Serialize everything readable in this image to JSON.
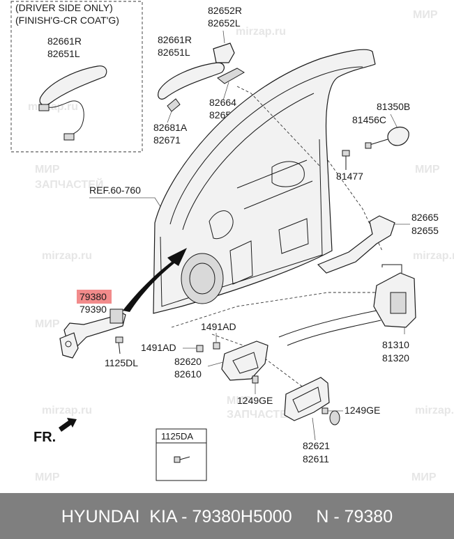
{
  "inset": {
    "note_line1": "(DRIVER SIDE ONLY)",
    "note_line2": "(FINISH'G-CR COAT'G)",
    "part_a": "82661R",
    "part_b": "82651L"
  },
  "labels": {
    "p82652r": "82652R",
    "p82652l": "82652L",
    "p82661r": "82661R",
    "p82651l": "82651L",
    "p82664": "82664",
    "p82654b": "82654B",
    "p82681a": "82681A",
    "p82671": "82671",
    "p81350b": "81350B",
    "p81456c": "81456C",
    "p81477": "81477",
    "ref": "REF.60-760",
    "p82665": "82665",
    "p82655": "82655",
    "p79380": "79380",
    "p79390": "79390",
    "p1491ad_top": "1491AD",
    "p1491ad_left": "1491AD",
    "p81310": "81310",
    "p81320": "81320",
    "p1125dl": "1125DL",
    "p82620": "82620",
    "p82610": "82610",
    "p1249ge_left": "1249GE",
    "p1249ge_right": "1249GE",
    "p82621": "82621",
    "p82611": "82611",
    "fr": "FR.",
    "box_1125da": "1125DA"
  },
  "watermarks": {
    "mir": "МИР",
    "zapchasti": "ЗАПЧАСТЕЙ",
    "site": "mirzap.ru"
  },
  "colors": {
    "highlight": "#f28b8b",
    "footer_bg": "#7f7f7f",
    "line": "#1a1a1a"
  },
  "footer": {
    "text": "HYUNDAI  KIA - 79380H5000     N - 79380"
  }
}
